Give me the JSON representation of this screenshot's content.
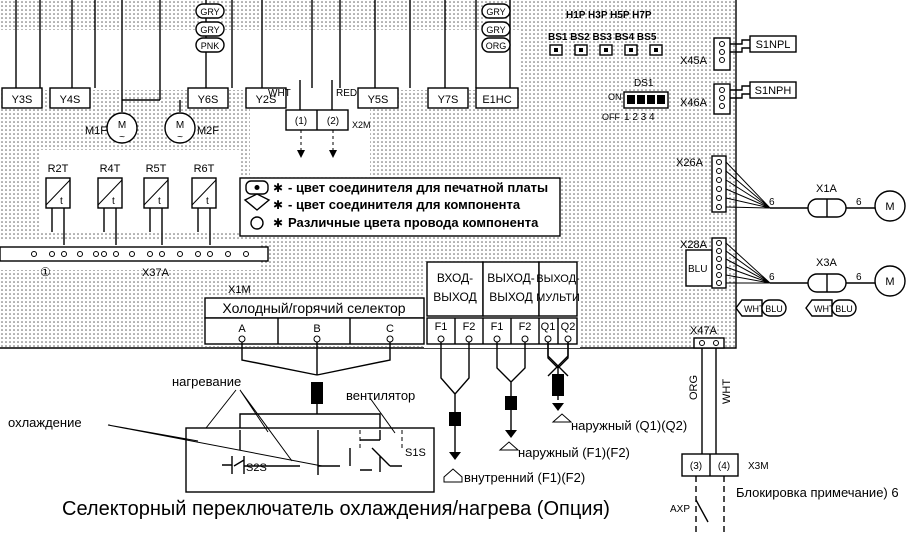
{
  "relays": {
    "y3s": "Y3S",
    "y4s": "Y4S",
    "y6s": "Y6S",
    "y2s": "Y2S",
    "y5s": "Y5S",
    "y7s": "Y7S",
    "e1hc": "E1HC"
  },
  "wire_colors": {
    "gry1": "GRY",
    "pnk": "PNK",
    "gry2": "GRY",
    "gry3": "GRY",
    "org_tag": "ORG",
    "wht": "WHT",
    "red": "RED",
    "wht2": "WHT",
    "blu2": "BLU",
    "wht3": "WHT",
    "blu3": "BLU",
    "blu_conn": "BLU",
    "org_wire": "ORG",
    "wht_wire": "WHT"
  },
  "motors": {
    "m1f": "M1F",
    "m2f": "M2F",
    "m": "M"
  },
  "x2m": {
    "label": "X2M",
    "t1": "(1)",
    "t2": "(2)"
  },
  "sensors": {
    "r2t": "R2T",
    "r4t": "R4T",
    "r5t": "R5T",
    "r6t": "R6T",
    "t": "t"
  },
  "x37a": {
    "label": "X37A",
    "circle": "①"
  },
  "legend": {
    "item1": "- цвет соединителя для печатной платы",
    "item2": "- цвет соединителя для компонента",
    "item3": "Различные цвета провода компонента",
    "mark": "✱"
  },
  "switches": {
    "h_labels": "H1P H3P H5P H7P",
    "bs": "BS1 BS2 BS3 BS4 BS5"
  },
  "ds1": {
    "label": "DS1",
    "on": "ON",
    "off": "OFF",
    "nums": "1 2 3 4"
  },
  "connectors": {
    "x45a": "X45A",
    "x46a": "X46A",
    "s1npl": "S1NPL",
    "s1nph": "S1NPH",
    "x26a": "X26A",
    "x28a": "X28A",
    "x1a": "X1A",
    "x3a": "X3A",
    "six": "6",
    "x47a": "X47A"
  },
  "x1m": {
    "label": "X1M",
    "title": "Холодный/горячий селектор",
    "a": "A",
    "b": "B",
    "c": "C"
  },
  "groups": {
    "in_out": "ВХОД-",
    "in_out2": "ВЫХОД",
    "out_out": "ВЫХОД-",
    "out_out2": "ВЫХОД",
    "out_multi": "ВЫХОД-",
    "out_multi2": "МУЛЬТИ",
    "f1": "F1",
    "f2": "F2",
    "q1": "Q1",
    "q2": "Q2"
  },
  "labels": {
    "heating": "нагревание",
    "fan": "вентилятор",
    "cooling": "охлаждение",
    "s2s": "S2S",
    "s1s": "S1S",
    "outdoor_q": "наружный (Q1)(Q2)",
    "outdoor_f": "наружный (F1)(F2)",
    "indoor_f": "внутренний (F1)(F2)",
    "caption": "Селекторный переключатель охлаждения/нагрева (Опция)",
    "x3m": "X3M",
    "t3": "(3)",
    "t4": "(4)",
    "interlock": "Блокировка примечание) 6",
    "axp": "AXP"
  }
}
